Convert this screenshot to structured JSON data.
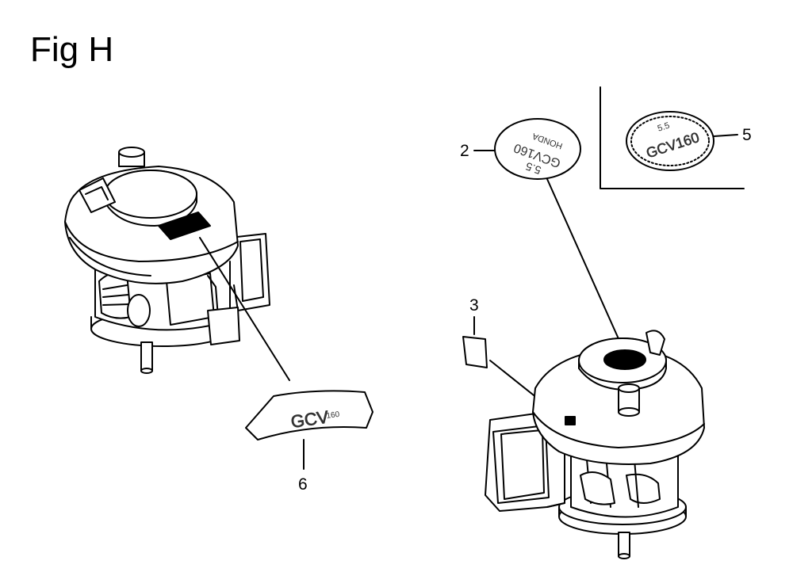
{
  "figure": {
    "title": "Fig H"
  },
  "callouts": [
    {
      "id": "2",
      "label": "2"
    },
    {
      "id": "3",
      "label": "3"
    },
    {
      "id": "5",
      "label": "5"
    },
    {
      "id": "6",
      "label": "6"
    }
  ],
  "decals": {
    "emblem_2": {
      "brand": "HONDA",
      "model": "GCV160",
      "mark": "5.5"
    },
    "emblem_5": {
      "model": "GCV160",
      "mark": "5.5"
    },
    "shroud_6": {
      "model": "GCV",
      "sub": "160"
    }
  },
  "colors": {
    "line": "#000000",
    "background": "#ffffff",
    "fill_dark": "#000000"
  }
}
